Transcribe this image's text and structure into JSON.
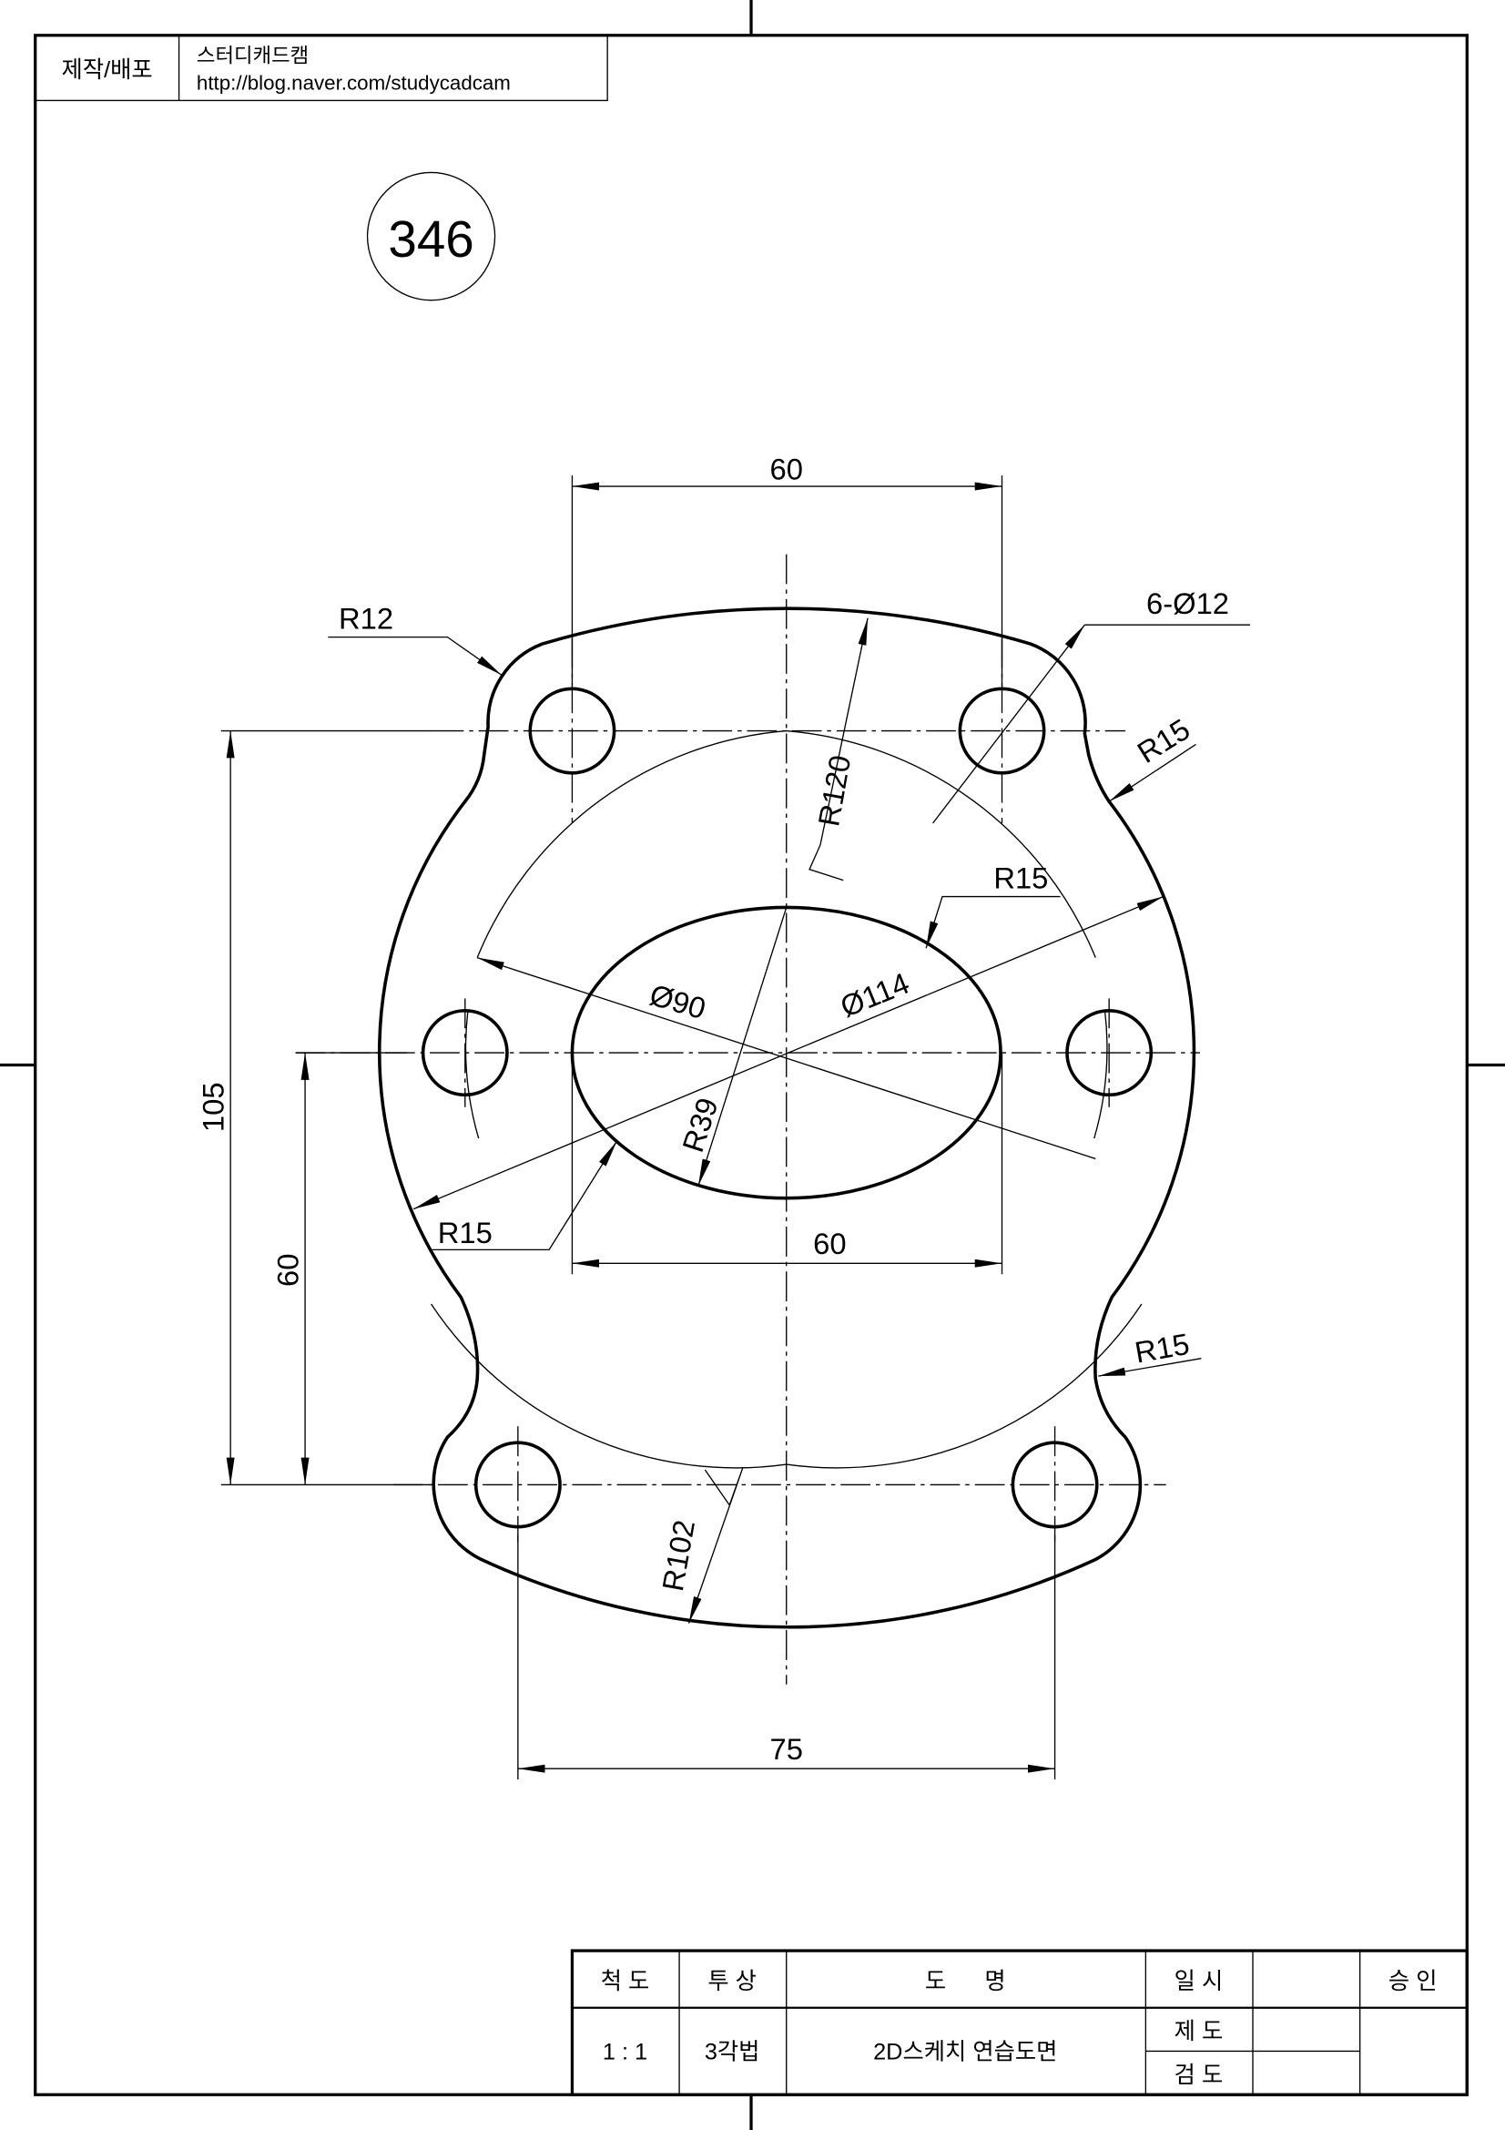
{
  "header": {
    "label": "제작/배포",
    "author": "스터디캐드캠",
    "url": "http://blog.naver.com/studycadcam"
  },
  "drawing_number": "346",
  "dimensions": {
    "top_width": "60",
    "holes": "6-Ø12",
    "r12": "R12",
    "r15_top_right": "R15",
    "r120": "R120",
    "r15_mid": "R15",
    "d90": "Ø90",
    "d114": "Ø114",
    "r39": "R39",
    "r15_lower_left": "R15",
    "inner_width": "60",
    "height_105": "105",
    "height_60": "60",
    "r15_lower_right": "R15",
    "r102": "R102",
    "bottom_width": "75"
  },
  "title_block": {
    "scale_label": "척 도",
    "projection_label": "투 상",
    "name_label": "도      명",
    "date_label": "일 시",
    "approval_label": "승 인",
    "scale_value": "1 : 1",
    "projection_value": "3각법",
    "name_value": "2D스케치 연습도면",
    "drafted_label": "제 도",
    "checked_label": "검 도"
  }
}
